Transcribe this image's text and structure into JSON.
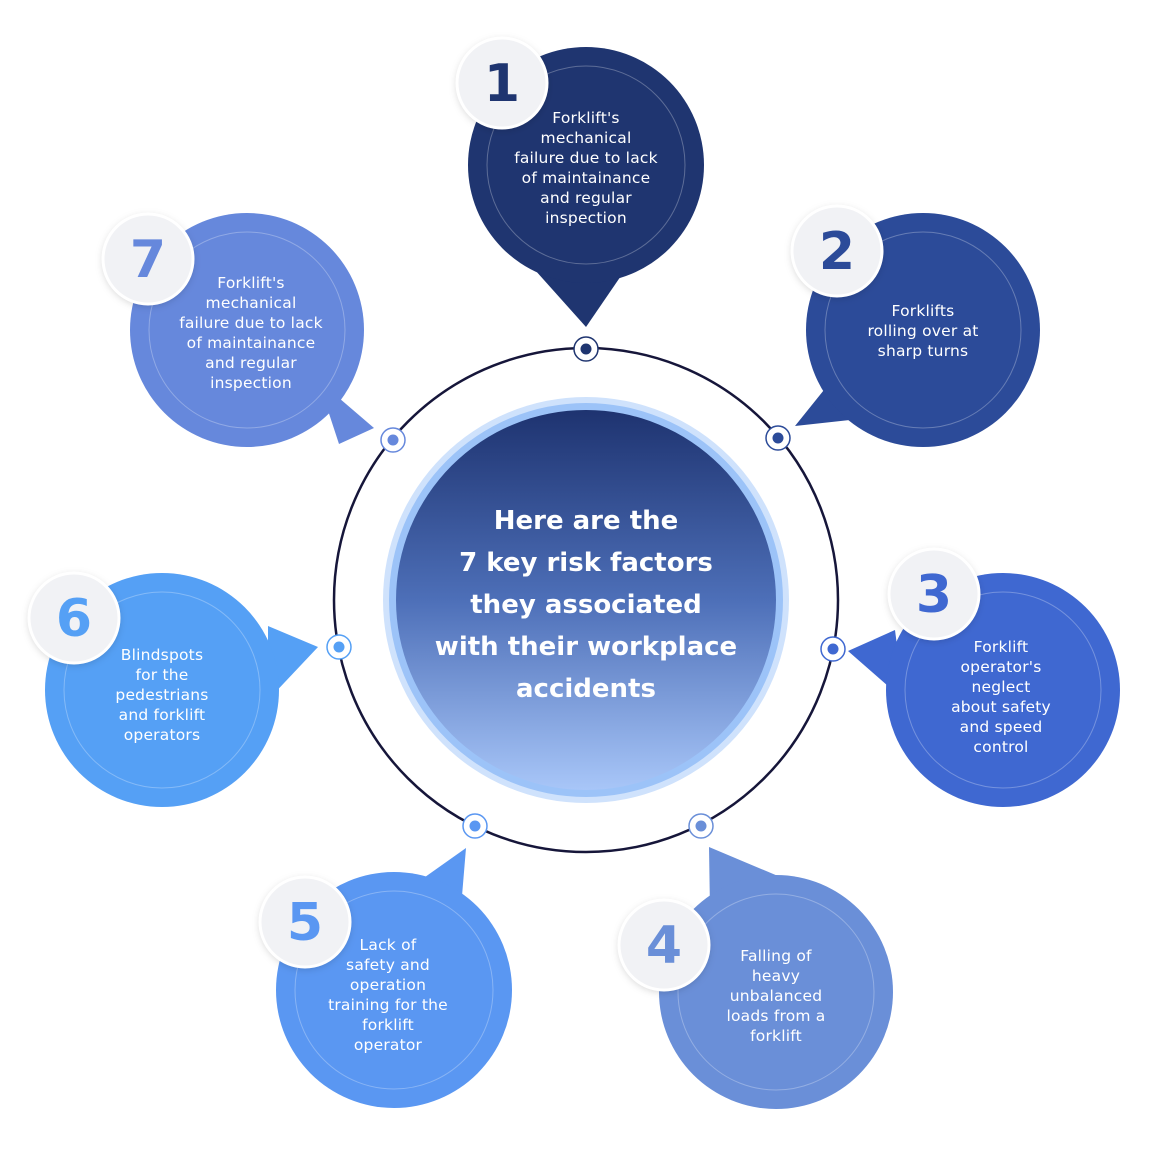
{
  "center": {
    "text": "Here are the\n7 key risk factors\nthey associated\nwith their workplace\naccidents"
  },
  "factors": [
    {
      "number": "1",
      "text": "Forklift's\nmechanical\nfailure due to lack\nof maintainance\nand regular\ninspection",
      "color": "#1f3570"
    },
    {
      "number": "2",
      "text": "Forklifts\nrolling over at\nsharp turns",
      "color": "#2c4b99"
    },
    {
      "number": "3",
      "text": "Forklift\noperator's\nneglect\nabout safety\nand speed\ncontrol",
      "color": "#3f68d1"
    },
    {
      "number": "4",
      "text": "Falling of\nheavy\nunbalanced\nloads from a\nforklift",
      "color": "#6a8fd8"
    },
    {
      "number": "5",
      "text": "Lack of\nsafety and\noperation\ntraining for the\nforklift\noperator",
      "color": "#5a97f2"
    },
    {
      "number": "6",
      "text": "Blindspots\nfor the\npedestrians\nand forklift\noperators",
      "color": "#55a0f5"
    },
    {
      "number": "7",
      "text": "Forklift's\nmechanical\nfailure due to lack\nof maintainance\nand regular\ninspection",
      "color": "#6688dc"
    }
  ],
  "colors": {
    "ring": "#16163a",
    "hub_top": "#1e3370",
    "hub_bottom": "#a8c6f8",
    "hub_border": "#9cc3f8",
    "badge_bg": "#f1f2f5"
  }
}
